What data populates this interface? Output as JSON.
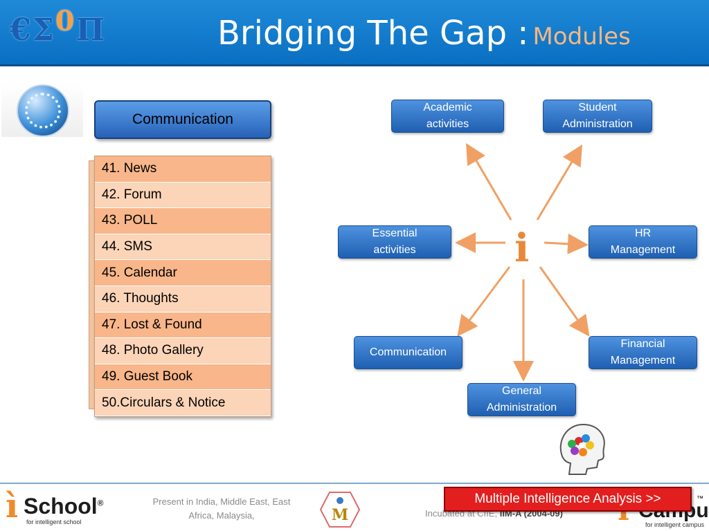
{
  "header": {
    "logo_text": "€Σ",
    "logo_zero": "0",
    "logo_pi": "Π",
    "title_main": "Bridging The Gap :",
    "title_sub": "Modules"
  },
  "communication_panel": {
    "header_label": "Communication",
    "modules": [
      "41. News",
      "42. Forum",
      "43. POLL",
      "44. SMS",
      "45. Calendar",
      "46. Thoughts",
      "47. Lost & Found",
      "48. Photo Gallery",
      "49. Guest Book",
      "50.Circulars & Notice"
    ]
  },
  "diagram": {
    "center_label": "i",
    "nodes": {
      "academic": [
        "Academic",
        "activities"
      ],
      "student": [
        "Student",
        "Administration"
      ],
      "essential": [
        "Essential",
        "activities"
      ],
      "hr": [
        "HR",
        "Management"
      ],
      "communication": [
        "Communication"
      ],
      "financial": [
        "Financial",
        "Management"
      ],
      "general": [
        "General",
        "Administration"
      ]
    },
    "arrow_color": "#f0a064"
  },
  "footer": {
    "ischool_name": "School",
    "ischool_tm": "®",
    "ischool_tag": "for intelligent school",
    "present": "Present in India, Middle East, East Africa, Malaysia,",
    "m_logo": "M",
    "incubated_prefix": "Incubated at CIIE,",
    "incubated_bold": "IIM-A (2004-09)",
    "icampus_name": "Campus",
    "icampus_tm": "™",
    "icampus_tag": "for intelligent campus",
    "mi_button": "Multiple Intelligence Analysis >>"
  },
  "colors": {
    "header_blue": "#1f8ad8",
    "node_blue": "#2f74c8",
    "module_dark": "#f8b68a",
    "module_light": "#fcd4b8",
    "brand_orange": "#f08a2a",
    "button_red": "#e31e1e"
  }
}
